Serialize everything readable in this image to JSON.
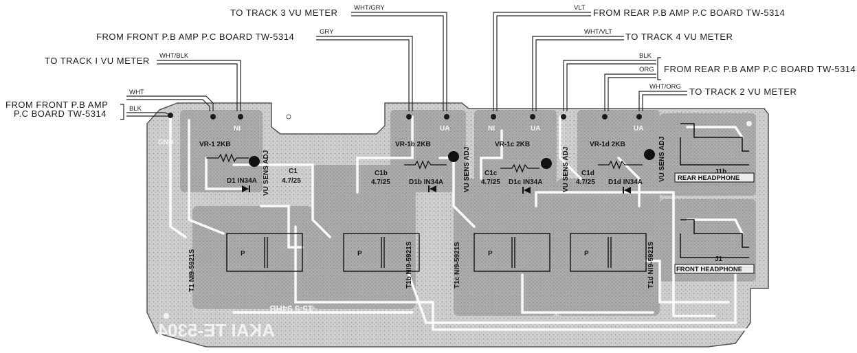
{
  "labels": {
    "track3": "TO TRACK 3 VU METER",
    "front_pb": "FROM FRONT P.B AMP P.C BOARD TW-5314",
    "track1": "TO TRACK I VU METER",
    "front_small_1": "FROM FRONT P.B AMP",
    "front_small_2": "P.C BOARD TW-5314",
    "rear_pb_top": "FROM REAR P.B AMP P.C BOARD TW-5314",
    "track4": "TO TRACK 4 VU METER",
    "rear_pb_mid": "FROM REAR P.B AMP P.C BOARD TW-5314",
    "track2": "TO TRACK 2 VU METER"
  },
  "wires": {
    "wht_gry": "WHT/GRY",
    "gry": "GRY",
    "wht_blk": "WHT/BLK",
    "wht": "WHT",
    "blk": "BLK",
    "vlt": "VLT",
    "wht_vlt": "WHT/VLT",
    "blk2": "BLK",
    "org": "ORG",
    "wht_org": "WHT/ORG"
  },
  "board": {
    "gnd": "GND",
    "vr1": "VR-1 2KB",
    "vr1b": "VR-1b 2KB",
    "vr1c": "VR-1c 2KB",
    "vr1d": "VR-1d 2KB",
    "vu_sens": "VU SENS ADJ",
    "c1": "C1",
    "c1b": "C1b",
    "c1c": "C1c",
    "c1d": "C1d",
    "cap_val": "4.7/25",
    "d1": "D1 IN34A",
    "d1b": "D1b IN34A",
    "d1c": "D1c IN34A",
    "d1d": "D1d IN34A",
    "t1": "T1 NI9-5921S",
    "t1b": "T1b NI9-5921S",
    "t1c": "T1c NI9-5921S",
    "t1d": "T1d NI9-5921S",
    "p": "P",
    "j1b": "J1b",
    "rear_headphone": "REAR HEADPHONE",
    "j1": "J1",
    "front_headphone": "FRONT HEADPHONE",
    "brand": "AKAI TE-5304",
    "code": "15-5 94HB",
    "pad_ni": "NI",
    "pad_ua": "UA"
  }
}
